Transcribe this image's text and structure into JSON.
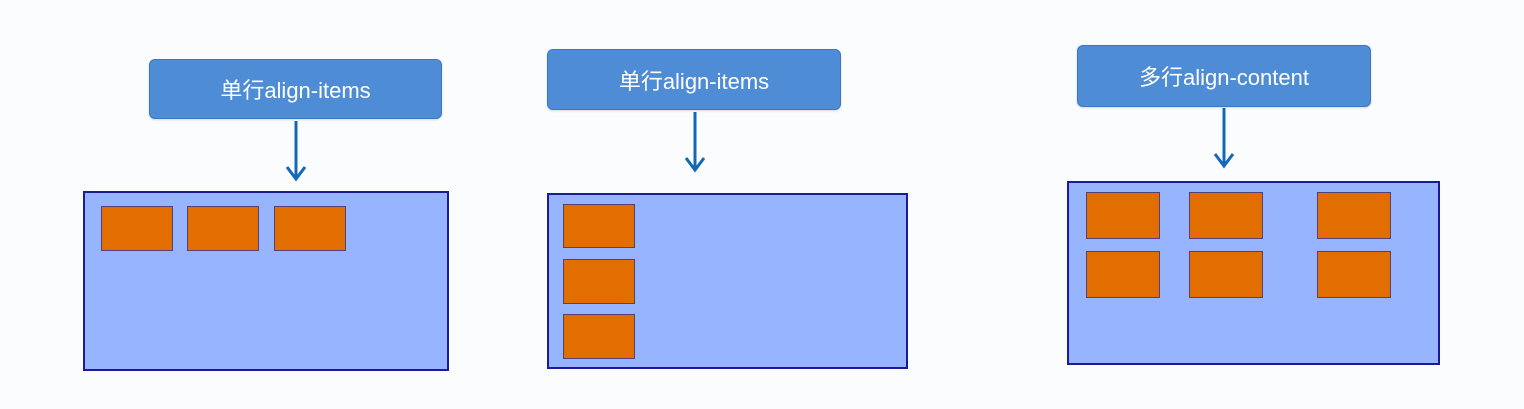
{
  "colors": {
    "label_bg": "#4f8cd6",
    "arrow": "#1468b8",
    "container_bg": "#97b5ff",
    "container_border": "#1b1b98",
    "item_fill": "#e26d00"
  },
  "panels": [
    {
      "label": "单行align-items",
      "arrow_icon": "arrow-down",
      "container_layout": "items-in-single-row",
      "item_count": 3
    },
    {
      "label": "单行align-items",
      "arrow_icon": "arrow-down",
      "container_layout": "items-in-single-column",
      "item_count": 3
    },
    {
      "label": "多行align-content",
      "arrow_icon": "arrow-down",
      "container_layout": "items-in-multiple-rows",
      "item_count": 6
    }
  ]
}
